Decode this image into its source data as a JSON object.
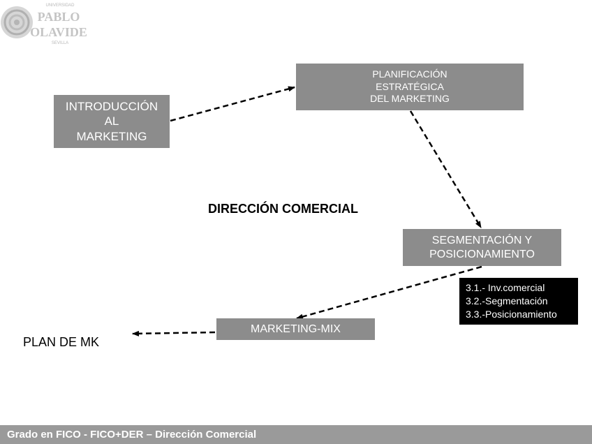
{
  "logo": {
    "name": "PABLO DE OLAVIDE",
    "top_text": "UNIVERSIDAD",
    "bottom_text": "SEVILLA"
  },
  "boxes": {
    "intro": [
      "INTRODUCCIÓN",
      "AL",
      "MARKETING"
    ],
    "planning": [
      "PLANIFICACIÓN",
      "ESTRATÉGICA",
      "DEL MARKETING"
    ],
    "segmentation": [
      "SEGMENTACIÓN Y",
      "POSICIONAMIENTO"
    ],
    "marketing_mix": "MARKETING-MIX"
  },
  "detail_box": [
    "3.1.- Inv.comercial",
    "3.2.-Segmentación",
    "3.3.-Posicionamiento"
  ],
  "center_title": "DIRECCIÓN COMERCIAL",
  "end_label": "PLAN DE MK",
  "footer": "Grado en FICO - FICO+DER – Dirección Comercial",
  "colors": {
    "box_fill": "#8c8c8c",
    "box_text": "#ffffff",
    "detail_fill": "#000000",
    "footer_fill": "#9a9a9a",
    "arrow": "#000000"
  }
}
